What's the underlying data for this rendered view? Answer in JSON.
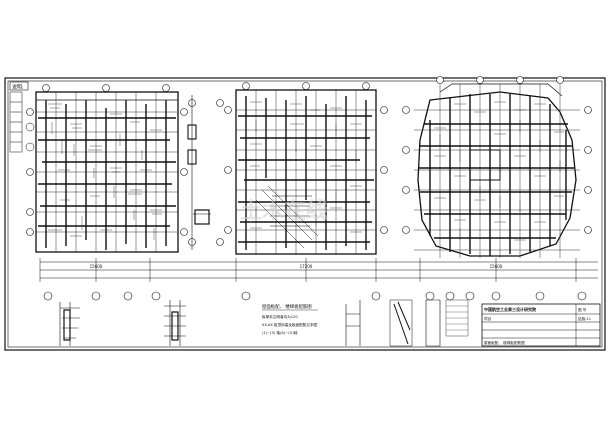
{
  "drawing": {
    "corner_tag": "说明:",
    "watermark": "土木在线",
    "title_block": {
      "institute": "中国航空工业第三设计研究院",
      "project_label": "项目",
      "drawing_name": "屋面板配、 楼梯板配筋图",
      "sheet_label": "图 号",
      "sheet_no": "结施-11"
    },
    "notes": {
      "heading": "屋面板配、 楼梯板配筋图",
      "line1": "板厚未注明者均为120",
      "line2": "XX-XX 板顶标高及板面配筋见本图",
      "line3": "(1)~(3) 轴(A)~(G)轴"
    },
    "dimensions": {
      "overall_left": "15600",
      "overall_middle": "17200",
      "overall_right": "15600"
    }
  }
}
